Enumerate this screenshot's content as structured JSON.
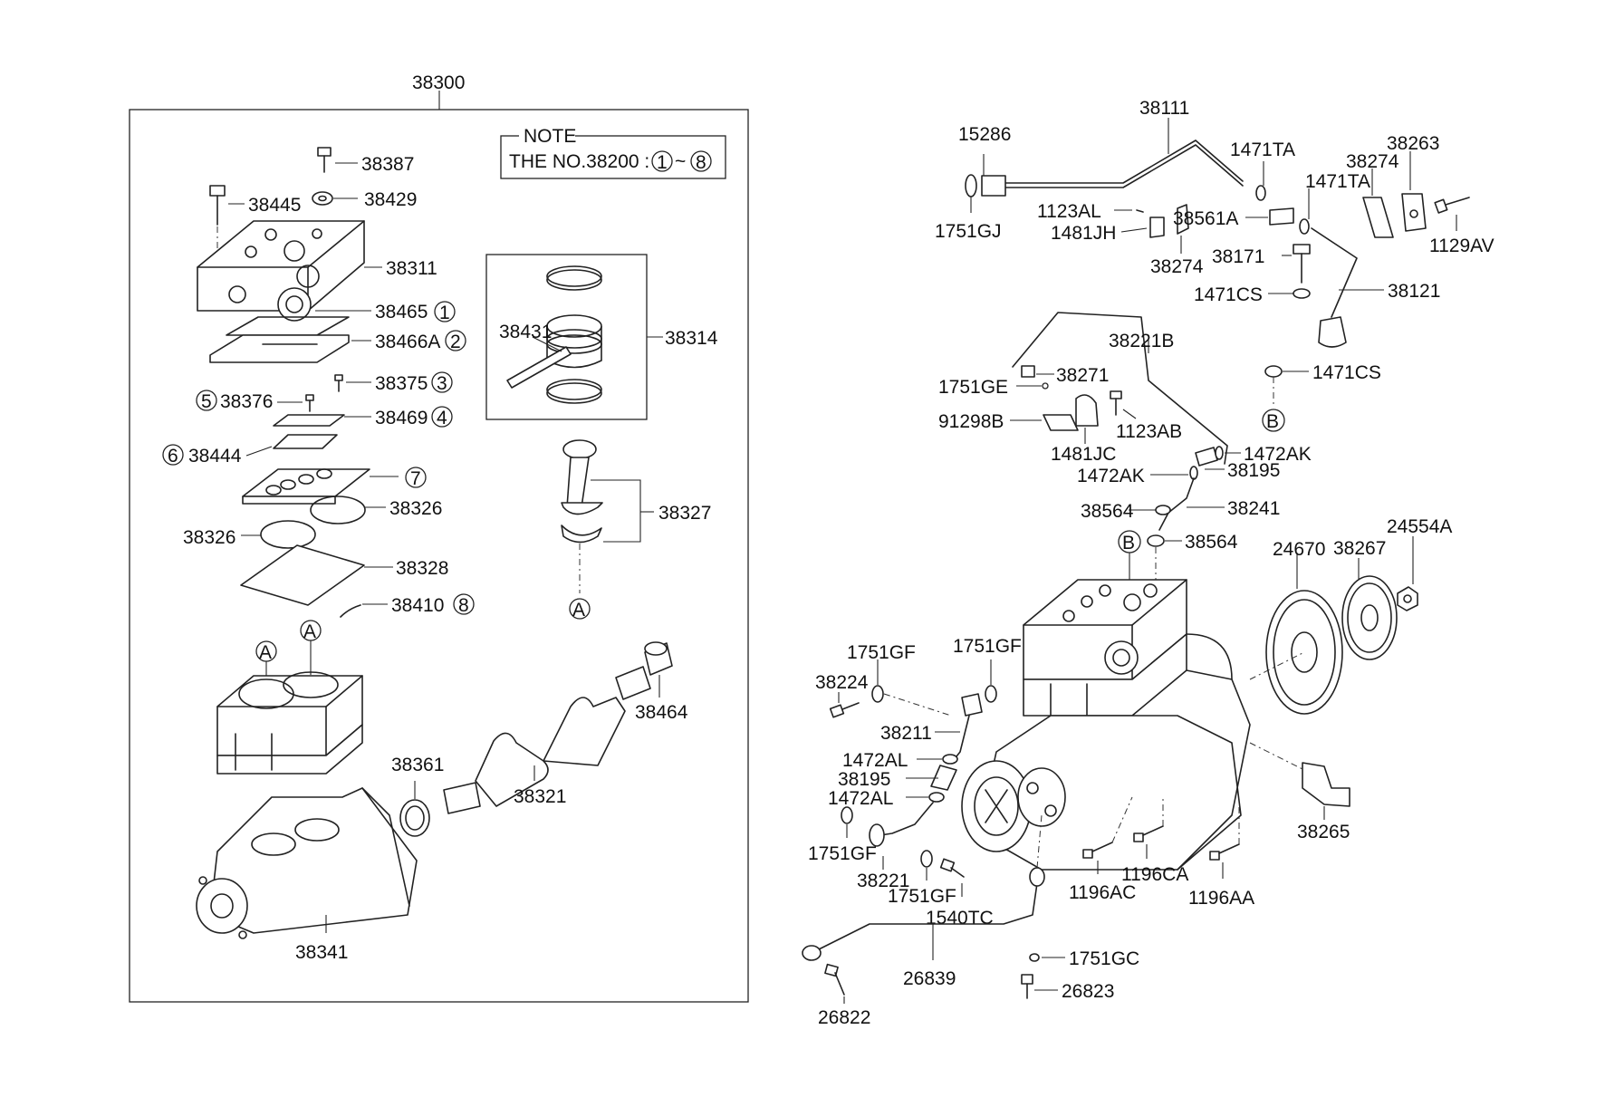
{
  "note": {
    "title": "NOTE",
    "text": "THE NO.38200 :",
    "range_start": "1",
    "range_sep": "~",
    "range_end": "8"
  },
  "callouts": {
    "one": "1",
    "two": "2",
    "three": "3",
    "four": "4",
    "five": "5",
    "six": "6",
    "seven": "7",
    "eight": "8",
    "ref_a": "A",
    "ref_b": "B"
  },
  "labels": {
    "p38300": "38300",
    "p38387": "38387",
    "p38445": "38445",
    "p38429": "38429",
    "p38311": "38311",
    "p38465": "38465",
    "p38466A": "38466A",
    "p38375": "38375",
    "p38376": "38376",
    "p38469": "38469",
    "p38444": "38444",
    "p38326a": "38326",
    "p38326b": "38326",
    "p38328": "38328",
    "p38410": "38410",
    "p38431": "38431",
    "p38314": "38314",
    "p38327": "38327",
    "p38464": "38464",
    "p38361": "38361",
    "p38321": "38321",
    "p38341": "38341",
    "p38111": "38111",
    "p15286": "15286",
    "p1751GJ": "1751GJ",
    "p1471TAa": "1471TA",
    "p1471TAb": "1471TA",
    "p1123AL": "1123AL",
    "p1481JH": "1481JH",
    "p38561A": "38561A",
    "p38274a": "38274",
    "p38274b": "38274",
    "p38263": "38263",
    "p1129AV": "1129AV",
    "p38171": "38171",
    "p1471CSa": "1471CS",
    "p1471CSb": "1471CS",
    "p38121": "38121",
    "p38221B": "38221B",
    "p38271": "38271",
    "p1751GE": "1751GE",
    "p91298B": "91298B",
    "p1123AB": "1123AB",
    "p1481JC": "1481JC",
    "p1472AKa": "1472AK",
    "p1472AKb": "1472AK",
    "p38195a": "38195",
    "p38241": "38241",
    "p38564a": "38564",
    "p38564b": "38564",
    "p24670": "24670",
    "p38267": "38267",
    "p24554A": "24554A",
    "p1751GFa": "1751GF",
    "p1751GFb": "1751GF",
    "p38224": "38224",
    "p38211": "38211",
    "p1472ALa": "1472AL",
    "p38195b": "38195",
    "p1472ALb": "1472AL",
    "p1751GFc": "1751GF",
    "p38221": "38221",
    "p1751GFd": "1751GF",
    "p1540TC": "1540TC",
    "p1196AC": "1196AC",
    "p1196CA": "1196CA",
    "p1196AA": "1196AA",
    "p38265": "38265",
    "p26839": "26839",
    "p1751GC": "1751GC",
    "p26823": "26823",
    "p26822": "26822"
  }
}
